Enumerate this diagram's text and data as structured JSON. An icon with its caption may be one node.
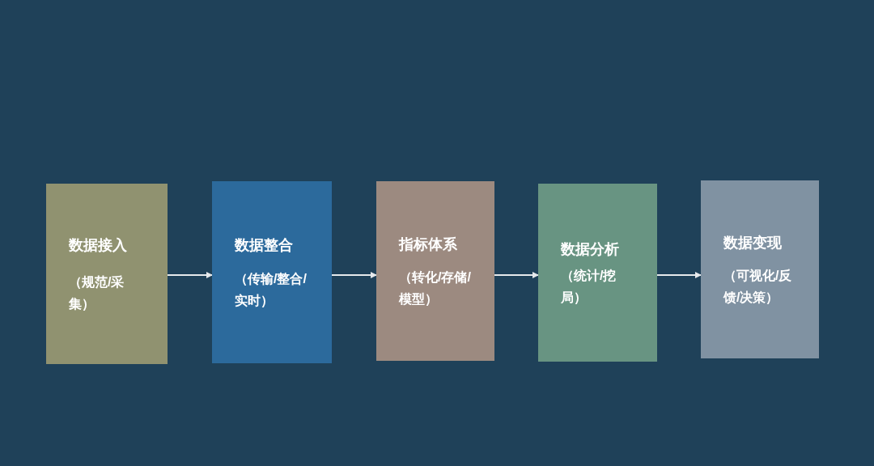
{
  "diagram": {
    "nodes": [
      {
        "text": [
          "数据接入",
          "（规范/采集）"
        ]
      },
      {
        "text": [
          "数据整合",
          "（传输/整合/实时）"
        ]
      },
      {
        "text": [
          "指标体系",
          "（转化/存储/模型）"
        ]
      },
      {
        "text": [
          "数据分析",
          "（统计/挖局）"
        ]
      },
      {
        "text": [
          "数据变现",
          "（可视化/反馈/决策）"
        ]
      }
    ],
    "edges": [
      {
        "from": 0,
        "to": 1,
        "arrow": "to"
      },
      {
        "from": 1,
        "to": 2,
        "arrow": "to"
      },
      {
        "from": 2,
        "to": 3,
        "arrow": "to"
      },
      {
        "from": 3,
        "to": 4,
        "arrow": "to"
      }
    ]
  }
}
